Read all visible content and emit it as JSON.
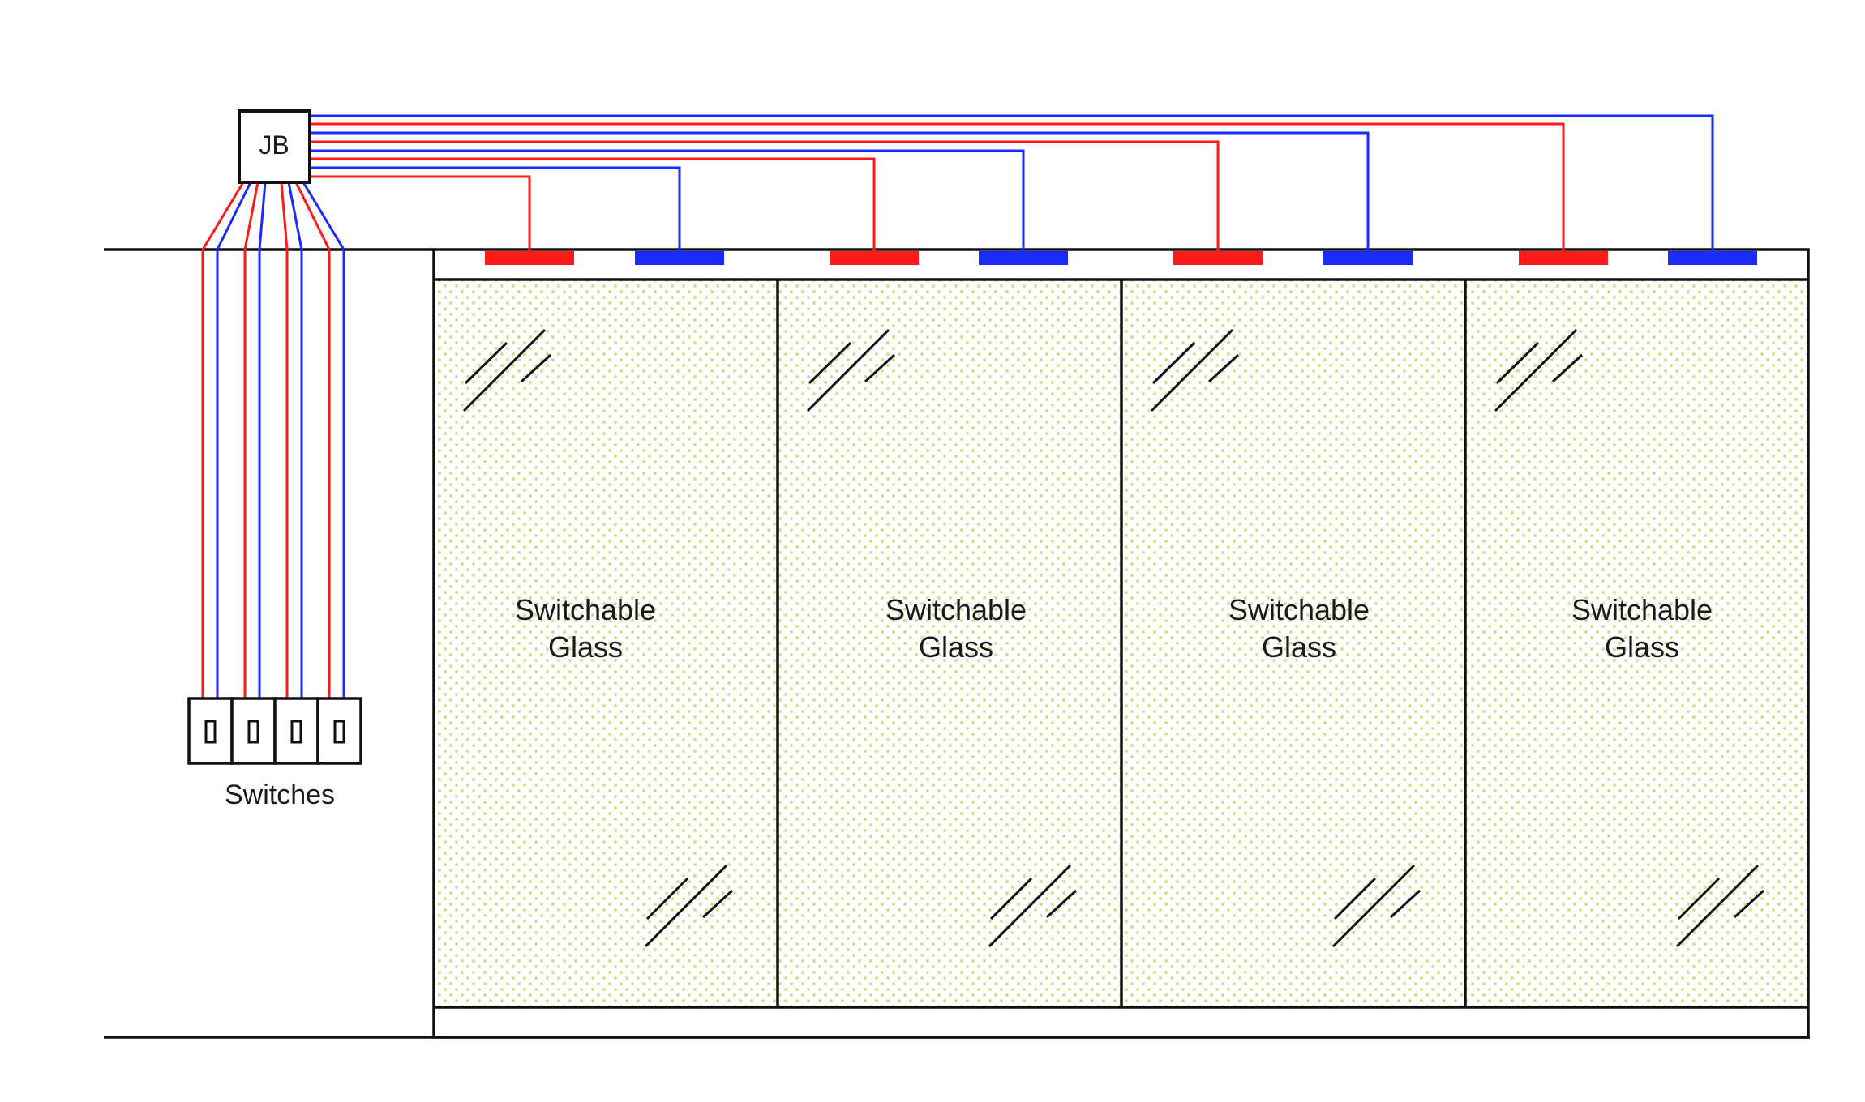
{
  "junction_box": {
    "label": "JB"
  },
  "switches": {
    "label": "Switches",
    "count": 4
  },
  "panels": [
    {
      "line1": "Switchable",
      "line2": "Glass"
    },
    {
      "line1": "Switchable",
      "line2": "Glass"
    },
    {
      "line1": "Switchable",
      "line2": "Glass"
    },
    {
      "line1": "Switchable",
      "line2": "Glass"
    }
  ],
  "colors": {
    "positive_wire": "#ff1a1a",
    "negative_wire": "#1a2bff",
    "frame": "#111111",
    "glass_dots": "#d9dc95"
  }
}
